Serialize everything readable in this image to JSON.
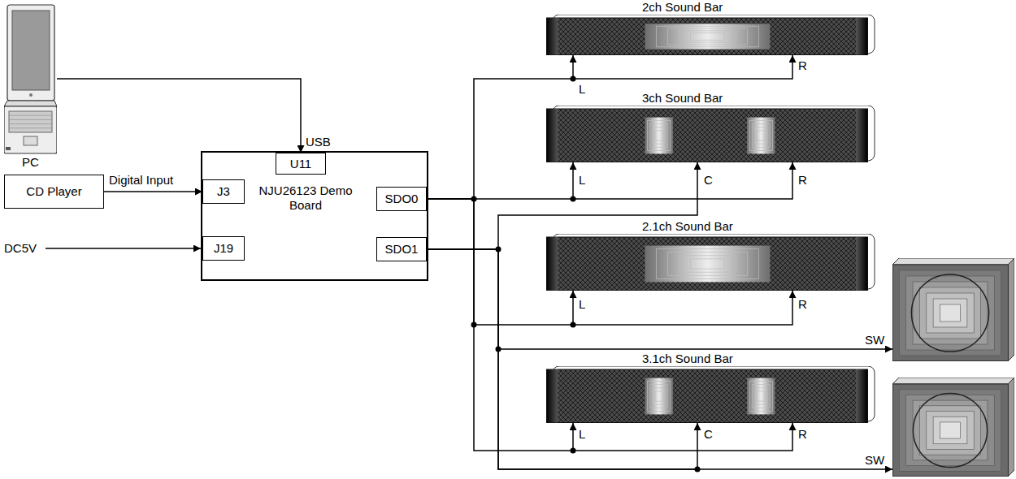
{
  "diagram": {
    "nodes": [
      {
        "text": [
          "PC"
        ]
      },
      {
        "text": [
          "CD Player"
        ]
      },
      {
        "text": [
          "NJU26123 Demo Board"
        ]
      },
      {
        "text": [
          "U11"
        ],
        "in": 2
      },
      {
        "text": [
          "J3"
        ],
        "in": 2
      },
      {
        "text": [
          "J19"
        ],
        "in": 2
      },
      {
        "text": [
          "SDO0"
        ],
        "in": 2
      },
      {
        "text": [
          "SDO1"
        ],
        "in": 2
      },
      {
        "text": [
          "2ch Sound Bar"
        ]
      },
      {
        "text": [
          "3ch Sound Bar"
        ]
      },
      {
        "text": [
          "2.1ch Sound Bar"
        ]
      },
      {
        "text": [
          "SW"
        ]
      },
      {
        "text": [
          "3.1ch Sound Bar"
        ]
      },
      {
        "text": [
          "SW"
        ]
      }
    ],
    "edges": [
      {
        "from": 0,
        "to": 3,
        "arrow": "to",
        "label": "USB"
      },
      {
        "from": 1,
        "to": 4,
        "arrow": "to",
        "label": "Digital Input"
      },
      {
        "from": 6,
        "to": 8,
        "arrow": "to"
      },
      {
        "from": 6,
        "to": 9,
        "arrow": "to"
      },
      {
        "from": 6,
        "to": 10,
        "arrow": "to"
      },
      {
        "from": 6,
        "to": 12,
        "arrow": "to"
      },
      {
        "from": 7,
        "to": 9,
        "arrow": "to"
      },
      {
        "from": 7,
        "to": 11,
        "arrow": "to"
      },
      {
        "from": 7,
        "to": 12,
        "arrow": "to"
      },
      {
        "from": 7,
        "to": 13,
        "arrow": "to"
      }
    ],
    "labels": [
      "DC5V",
      "L",
      "R",
      "L",
      "C",
      "R",
      "L",
      "R",
      "L",
      "C",
      "R"
    ]
  }
}
